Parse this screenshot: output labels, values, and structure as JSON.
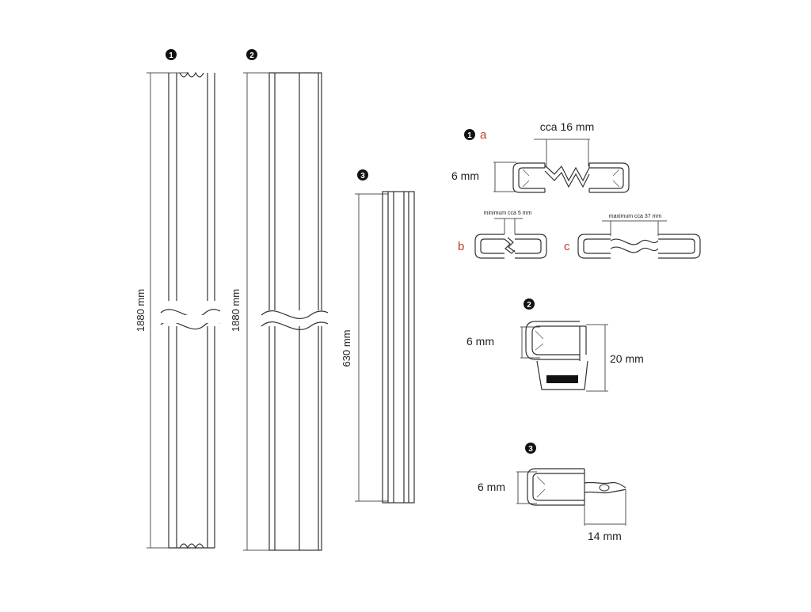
{
  "badges": {
    "one": "1",
    "two": "2",
    "three": "3"
  },
  "bars": {
    "bar1_length": "1880 mm",
    "bar2_length": "1880 mm",
    "bar3_length": "630 mm"
  },
  "profile1": {
    "variant_a": "a",
    "variant_b": "b",
    "variant_c": "c",
    "gap_a": "cca 16 mm",
    "height_a": "6 mm",
    "gap_b": "minimum cca 5 mm",
    "gap_c": "maximum cca 37 mm"
  },
  "profile2": {
    "height": "6 mm",
    "total": "20 mm"
  },
  "profile3": {
    "height": "6 mm",
    "fin": "14 mm"
  },
  "colors": {
    "accent_red": "#c0392b",
    "line": "#333333",
    "badge": "#111111"
  }
}
